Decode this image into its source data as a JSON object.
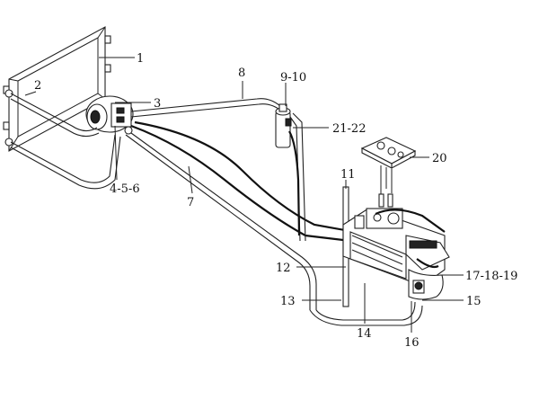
{
  "labels": {
    "p1": "1",
    "p2": "2",
    "p3": "3",
    "p4_6": "4-5-6",
    "p7": "7",
    "p8": "8",
    "p9_10": "9-10",
    "p11": "11",
    "p12": "12",
    "p13": "13",
    "p14": "14",
    "p15": "15",
    "p16": "16",
    "p17_19": "17-18-19",
    "p20": "20",
    "p21_22": "21-22"
  }
}
